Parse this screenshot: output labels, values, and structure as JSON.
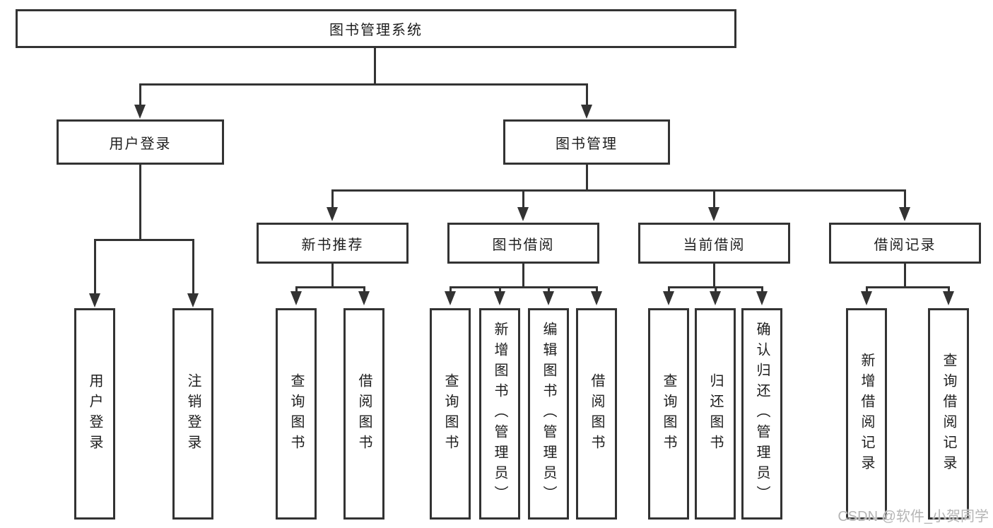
{
  "diagram": {
    "title": "图书管理系统",
    "nodes": {
      "root": "图书管理系统",
      "l1": [
        "用户登录",
        "图书管理"
      ],
      "l2": [
        "新书推荐",
        "图书借阅",
        "当前借阅",
        "借阅记录"
      ],
      "leaves_user": [
        "用户登录",
        "注销登录"
      ],
      "leaves_newbook": [
        "查询图书",
        "借阅图书"
      ],
      "leaves_borrow": [
        "查询图书",
        "新增图书（管理员）",
        "编辑图书（管理员）",
        "借阅图书"
      ],
      "leaves_current": [
        "查询图书",
        "归还图书",
        "确认归还（管理员）"
      ],
      "leaves_records": [
        "新增借阅记录",
        "查询借阅记录"
      ]
    },
    "colors": {
      "line": "#333333",
      "text": "#1e1e1e",
      "background": "#ffffff",
      "watermark": "#b5b5b5"
    }
  },
  "watermark": "CSDN @软件_小贺同学"
}
